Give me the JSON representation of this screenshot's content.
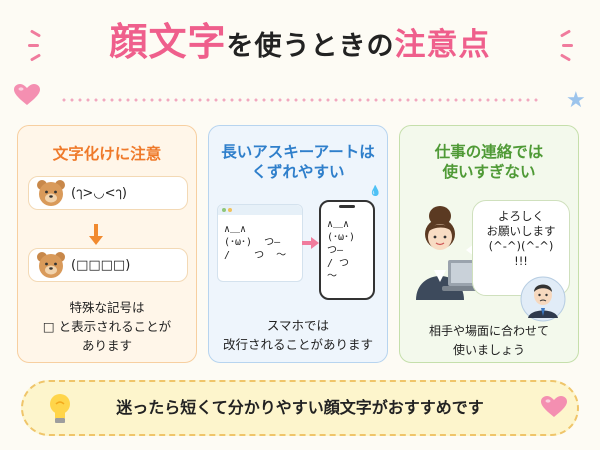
{
  "title": {
    "part1": "顔文字",
    "part2": "を使うときの",
    "part3": "注意点"
  },
  "panels": [
    {
      "title": "文字化けに注意",
      "bubble_before": "(ๅ>◡<ๅ)",
      "bubble_after": "(□□□□)",
      "caption": [
        "特殊な記号は",
        "□ と表示されることが",
        "あります"
      ]
    },
    {
      "title": [
        "長いアスキーアートは",
        "くずれやすい"
      ],
      "ascii_wide": "∧＿∧\n(･ω･)  つ―\n/    つ  ～",
      "ascii_narrow": "∧＿∧\n(･ω･)\nつ―\n/ つ\n～",
      "caption": [
        "スマホでは",
        "改行されることがあります"
      ]
    },
    {
      "title": [
        "仕事の連絡では",
        "使いすぎない"
      ],
      "speech": [
        "よろしく",
        "お願いします",
        "(^-^)(^-^)",
        "!!!"
      ],
      "caption": [
        "相手や場面に合わせて",
        "使いましょう"
      ]
    }
  ],
  "bottom": {
    "text": "迷ったら短くて分かりやすい顔文字がおすすめです"
  },
  "colors": {
    "accent_pink": "#ef5f8c",
    "panel1_title": "#ef7a2b",
    "panel2_title": "#2f7fcb",
    "panel3_title": "#4f9a36"
  },
  "icons": [
    "sparkle-icon",
    "heart-icon",
    "star-icon",
    "bear-icon",
    "smartphone-icon",
    "laptop-icon",
    "lightbulb-icon"
  ]
}
